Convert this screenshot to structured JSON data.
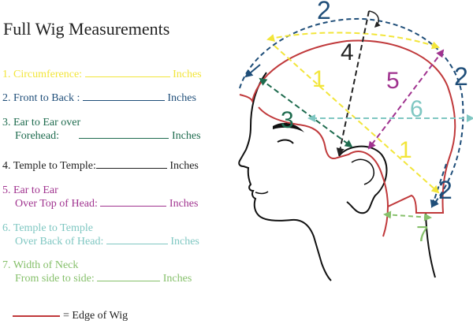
{
  "title": "Full Wig Measurements",
  "colors": {
    "circumference": "#f2e53a",
    "front_to_back": "#1f4e79",
    "ear_to_ear_forehead": "#1e6b4e",
    "temple_to_temple": "#222222",
    "ear_to_ear_top": "#a0338f",
    "temple_back": "#7fc7c2",
    "neck": "#86c06b",
    "wig_edge": "#c0393b"
  },
  "measurements": [
    {
      "line1": "1. Circumference:",
      "line2": "",
      "unit": "Inches"
    },
    {
      "line1": "2. Front to Back  :",
      "line2": "",
      "unit": "Inches"
    },
    {
      "line1": "3. Ear to Ear over",
      "line2": "Forehead:",
      "unit": "Inches"
    },
    {
      "line1": "4. Temple to Temple:",
      "line2": "",
      "unit": "Inches"
    },
    {
      "line1": "5. Ear to Ear",
      "line2": "Over Top of Head:",
      "unit": "Inches"
    },
    {
      "line1": "6. Temple to Temple",
      "line2": "Over Back of Head:",
      "unit": "Inches"
    },
    {
      "line1": "7. Width of Neck",
      "line2": "From side to side:",
      "unit": "Inches"
    }
  ],
  "diagram_labels": [
    "1",
    "1",
    "2",
    "2",
    "2",
    "3",
    "4",
    "5",
    "6",
    "7"
  ],
  "legend": "= Edge of Wig"
}
